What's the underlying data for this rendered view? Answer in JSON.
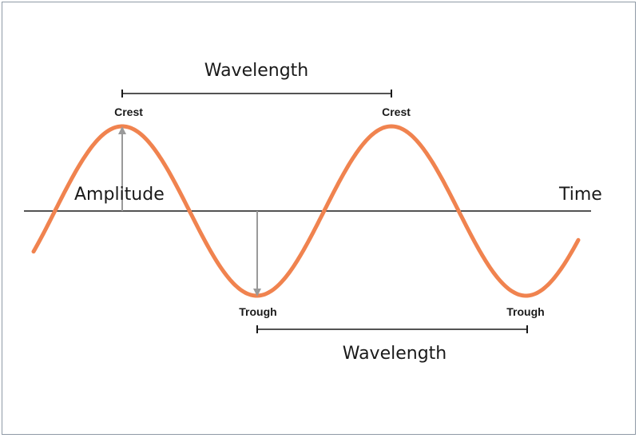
{
  "labels": {
    "wavelength_top": "Wavelength",
    "wavelength_bottom": "Wavelength",
    "crest_left": "Crest",
    "crest_right": "Crest",
    "trough_left": "Trough",
    "trough_right": "Trough",
    "amplitude": "Amplitude",
    "time": "Time"
  },
  "colors": {
    "wave": "#f0834f",
    "axis": "#1a1a1a",
    "arrow": "#9a9a9a"
  }
}
